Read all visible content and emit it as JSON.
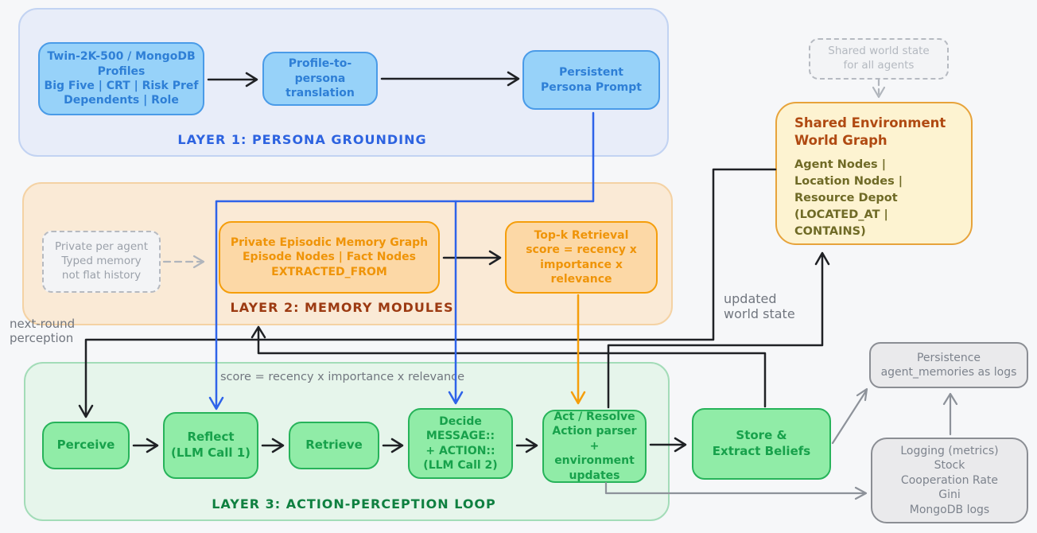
{
  "diagram": {
    "layer1": {
      "label": "LAYER 1: PERSONA GROUNDING",
      "nodes": {
        "twin": "Twin-2K-500 / MongoDB\nProfiles\nBig Five | CRT | Risk Pref\nDependents | Role",
        "translation": "Profile-to-persona\ntranslation",
        "persona": "Persistent\nPersona Prompt"
      }
    },
    "layer2": {
      "label": "LAYER 2: MEMORY MODULES",
      "note": "Private per agent\nTyped memory\nnot flat history",
      "nodes": {
        "episodic": "Private Episodic Memory Graph\nEpisode Nodes | Fact Nodes\nEXTRACTED_FROM",
        "topk": "Top-k Retrieval\nscore = recency x\nimportance x relevance"
      }
    },
    "layer3": {
      "label": "LAYER 3: ACTION-PERCEPTION LOOP",
      "nodes": {
        "perceive": "Perceive",
        "reflect": "Reflect\n(LLM Call 1)",
        "retrieve": "Retrieve",
        "decide": "Decide\nMESSAGE::\n+ ACTION::\n(LLM Call 2)",
        "act": "Act / Resolve\nAction parser +\nenvironment\nupdates",
        "store": "Store &\nExtract Beliefs"
      }
    },
    "world_graph": {
      "note": "Shared world state\nfor all agents",
      "title": "Shared Environment\nWorld Graph",
      "body": "Agent Nodes |\nLocation Nodes |\nResource Depot\n(LOCATED_AT | CONTAINS)"
    },
    "persistence": "Persistence\nagent_memories as logs",
    "logging": "Logging (metrics)\nStock\nCooperation Rate\nGini\nMongoDB logs",
    "annotations": {
      "next_round": "next-round\nperception",
      "score": "score = recency x importance x relevance",
      "updated_world": "updated\nworld state"
    },
    "colors": {
      "blue_accent": "#4a9be8",
      "blue_text": "#2e7fd6",
      "blue_line": "#2e63e9",
      "orange_accent": "#f59e0b",
      "green_accent": "#27b35a",
      "green_text": "#17a14b",
      "layer1_label": "#2d63e0",
      "layer2_label": "#9c3a12",
      "layer3_label": "#0f8040",
      "world_title": "#b04a12",
      "world_body": "#6f6a26",
      "gray_text": "#7d838d",
      "black_line": "#1f2125"
    }
  }
}
